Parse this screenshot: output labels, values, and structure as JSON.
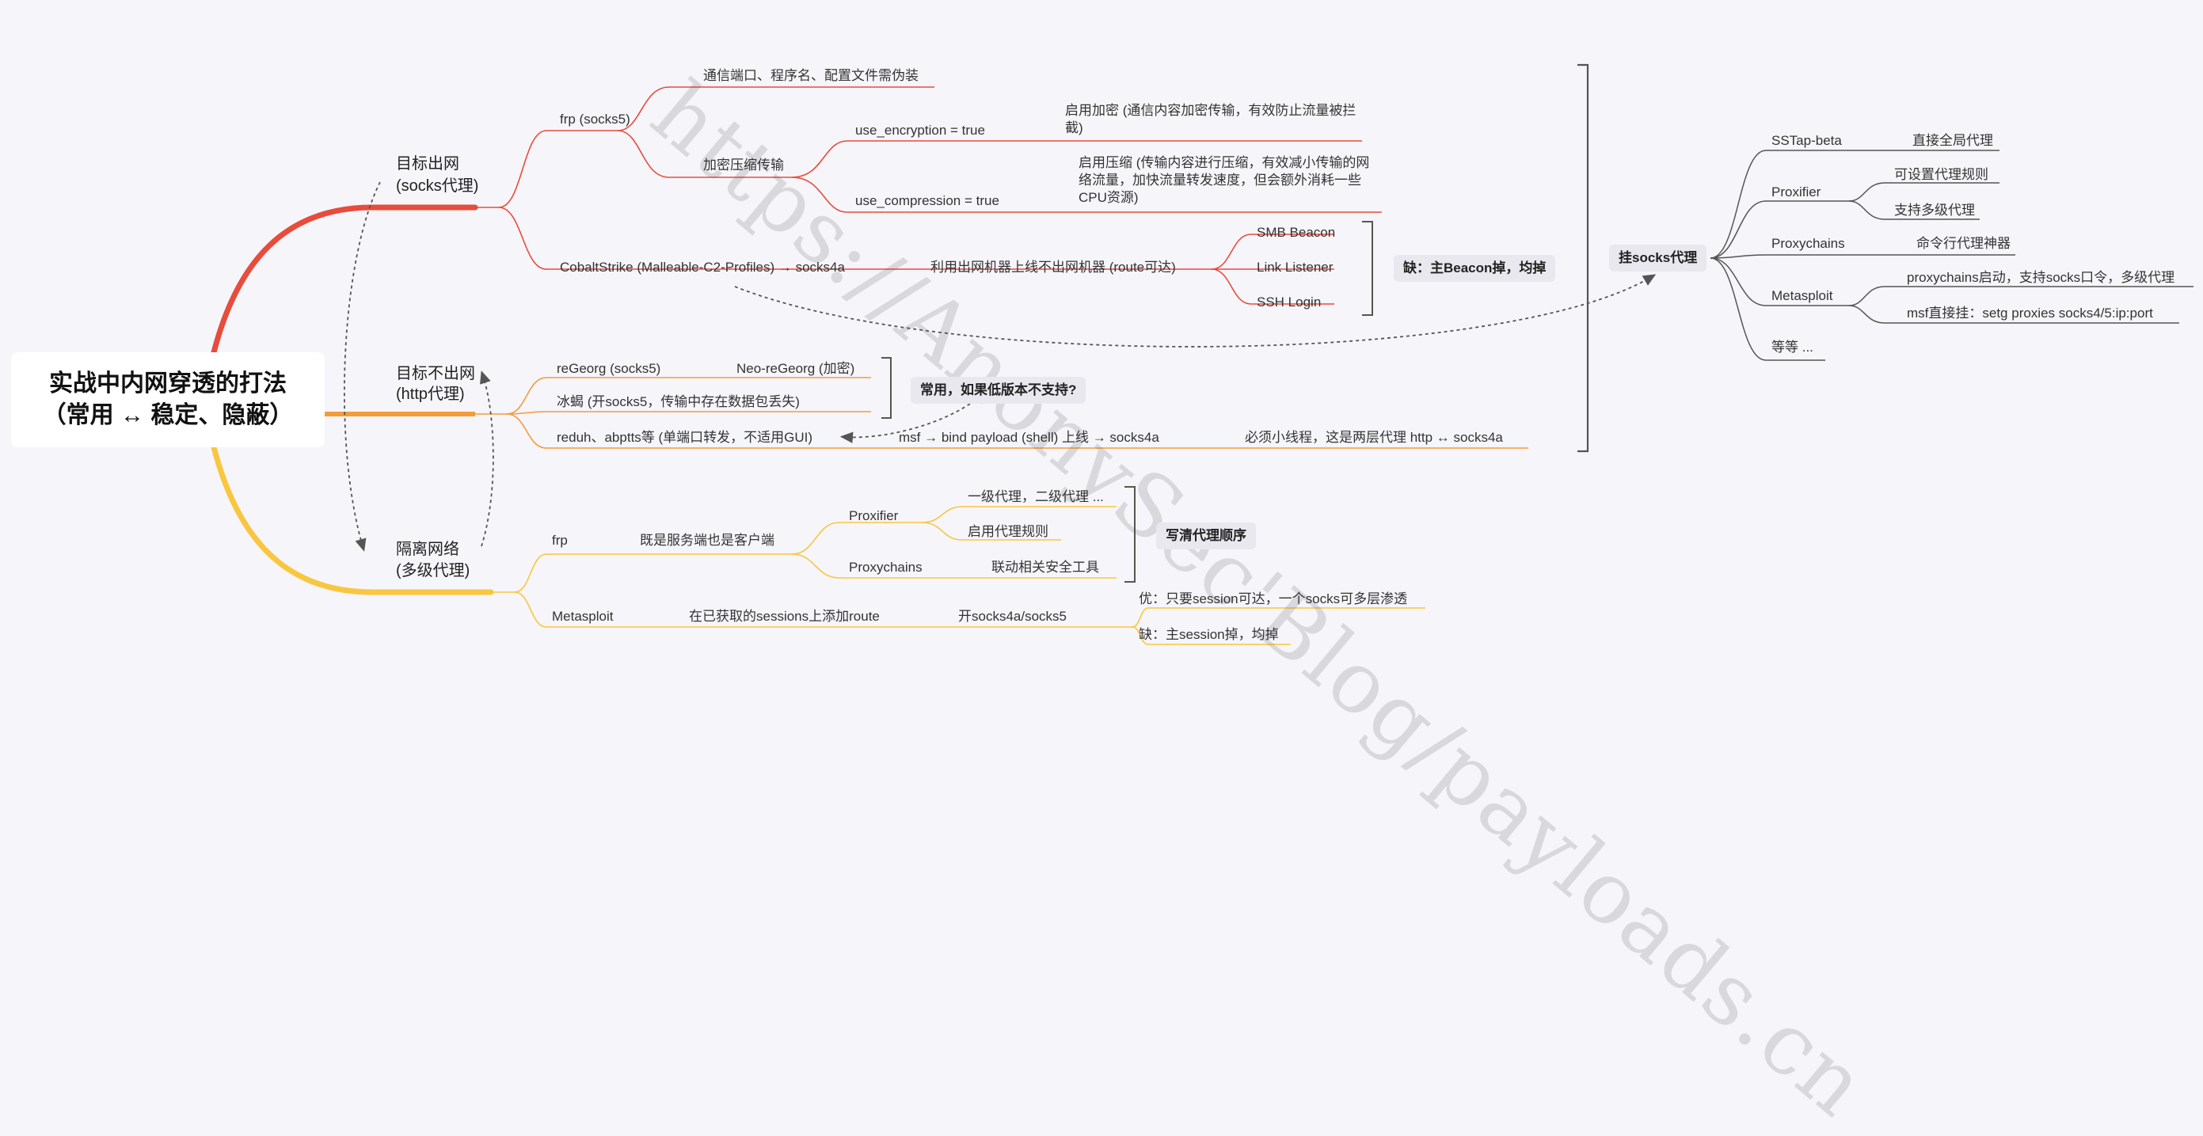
{
  "root": {
    "line1": "实战中内网穿透的打法",
    "line2": "（常用 ↔ 稳定、隐蔽）"
  },
  "colors": {
    "red": "#e74c3c",
    "orange": "#f39c3a",
    "yellow": "#f9c63f",
    "gray": "#555555",
    "background": "#f6f5fa"
  },
  "branches": {
    "outbound": {
      "title": "目标出网",
      "subtitle": "(socks代理)",
      "frp": "frp (socks5)",
      "frp_disguise": "通信端口、程序名、配置文件需伪装",
      "frp_encrypt": "加密压缩传输",
      "use_encryption": "use_encryption = true",
      "use_encryption_desc": "启用加密 (通信内容加密传输，有效防止流量被拦截)",
      "use_compression": "use_compression = true",
      "use_compression_desc": "启用压缩 (传输内容进行压缩，有效减小传输的网络流量，加快流量转发速度，但会额外消耗一些CPU资源)",
      "cs": "CobaltStrike (Malleable-C2-Profiles) → socks4a",
      "cs_route": "利用出网机器上线不出网机器 (route可达)",
      "smb": "SMB Beacon",
      "link": "Link Listener",
      "ssh": "SSH Login",
      "cs_con": "缺：主Beacon掉，均掉"
    },
    "no_outbound": {
      "title": "目标不出网",
      "subtitle": "(http代理)",
      "regeorg": "reGeorg (socks5)",
      "neo": "Neo-reGeorg (加密)",
      "bingxie": "冰蝎 (开socks5，传输中存在数据包丢失)",
      "common": "常用，如果低版本不支持?",
      "reduh": "reduh、abptts等 (单端口转发，不适用GUI)",
      "msf_bind": "msf → bind payload (shell) 上线 → socks4a",
      "msf_note": "必须小线程，这是两层代理  http ↔ socks4a"
    },
    "isolated": {
      "title": "隔离网络",
      "subtitle": "(多级代理)",
      "frp": "frp",
      "frp_role": "既是服务端也是客户端",
      "proxifier": "Proxifier",
      "proxifier_1": "一级代理，二级代理 ...",
      "proxifier_2": "启用代理规则",
      "proxychains": "Proxychains",
      "proxychains_1": "联动相关安全工具",
      "order": "写清代理顺序",
      "metasploit": "Metasploit",
      "msf_route": "在已获取的sessions上添加route",
      "msf_socks": "开socks4a/socks5",
      "msf_pro": "优：只要session可达，一个socks可多层渗透",
      "msf_con": "缺：主session掉，均掉"
    }
  },
  "socks_proxy": {
    "title": "挂socks代理",
    "items": [
      {
        "name": "SSTap-beta",
        "notes": [
          "直接全局代理"
        ]
      },
      {
        "name": "Proxifier",
        "notes": [
          "可设置代理规则",
          "支持多级代理"
        ]
      },
      {
        "name": "Proxychains",
        "notes": [
          "命令行代理神器"
        ]
      },
      {
        "name": "Metasploit",
        "notes": [
          "proxychains启动，支持socks口令，多级代理",
          "msf直接挂：setg proxies socks4/5:ip:port"
        ]
      },
      {
        "name": "等等 ...",
        "notes": []
      }
    ]
  },
  "watermark": "https://AnonySec'Blog/payloads.cn"
}
